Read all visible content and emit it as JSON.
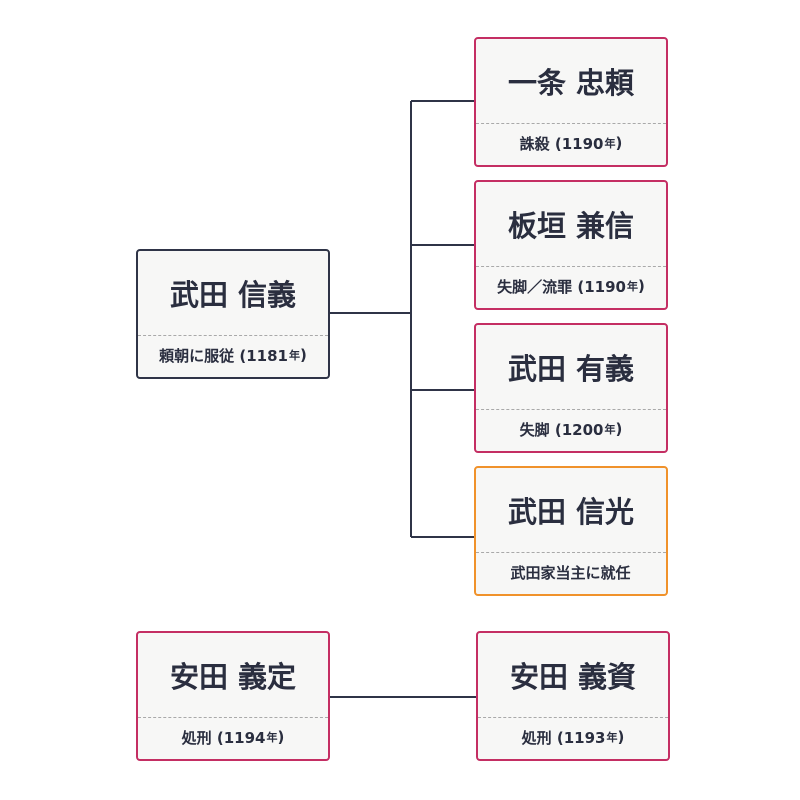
{
  "nodes": {
    "shingi": {
      "name": "武田 信義",
      "note": "頼朝に服従 (1181",
      "unit": "年",
      "close": ")"
    },
    "tadayori": {
      "name": "一条 忠頼",
      "note": "誅殺 (1190",
      "unit": "年",
      "close": ")"
    },
    "kanenobu": {
      "name": "板垣 兼信",
      "note": "失脚／流罪 (1190",
      "unit": "年",
      "close": ")"
    },
    "ariyoshi": {
      "name": "武田 有義",
      "note": "失脚 (1200",
      "unit": "年",
      "close": ")"
    },
    "nobumitsu": {
      "name": "武田 信光",
      "note": "武田家当主に就任",
      "unit": "",
      "close": ""
    },
    "yoshisada": {
      "name": "安田 義定",
      "note": "処刑 (1194",
      "unit": "年",
      "close": ")"
    },
    "yoshisuke": {
      "name": "安田 義資",
      "note": "処刑 (1193",
      "unit": "年",
      "close": ")"
    }
  },
  "colors": {
    "node_border": "#c42e63",
    "root_border": "#2f3447",
    "heir_border": "#f0922b",
    "connector": "#2f3447",
    "node_fill": "#f7f7f6",
    "text": "#2a2e3f"
  }
}
